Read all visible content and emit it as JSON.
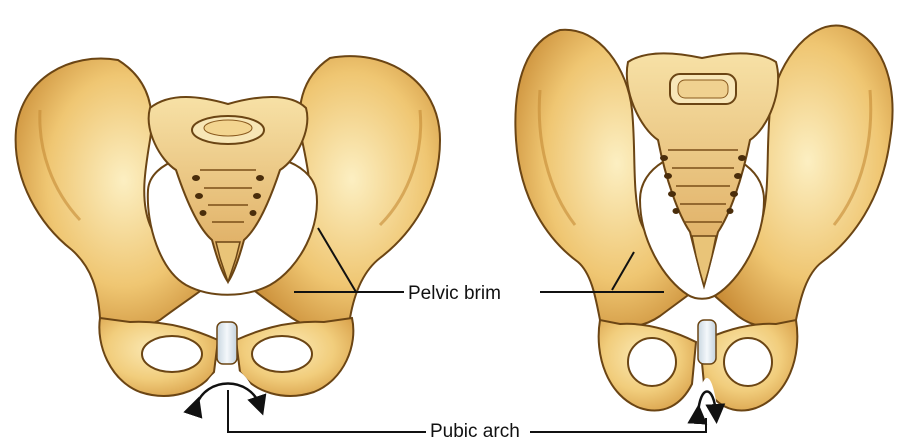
{
  "labels": {
    "pelvic_brim": "Pelvic brim",
    "pubic_arch": "Pubic arch"
  },
  "colors": {
    "bone_light": "#f6dd9a",
    "bone_mid": "#e6b860",
    "bone_shadow": "#b7812f",
    "outline": "#6b4514",
    "cavity": "#ffffff",
    "cartilage": "#dfe8ee",
    "leader_line": "#111111"
  },
  "figures": [
    "female-pelvis-illustration",
    "male-pelvis-illustration"
  ]
}
